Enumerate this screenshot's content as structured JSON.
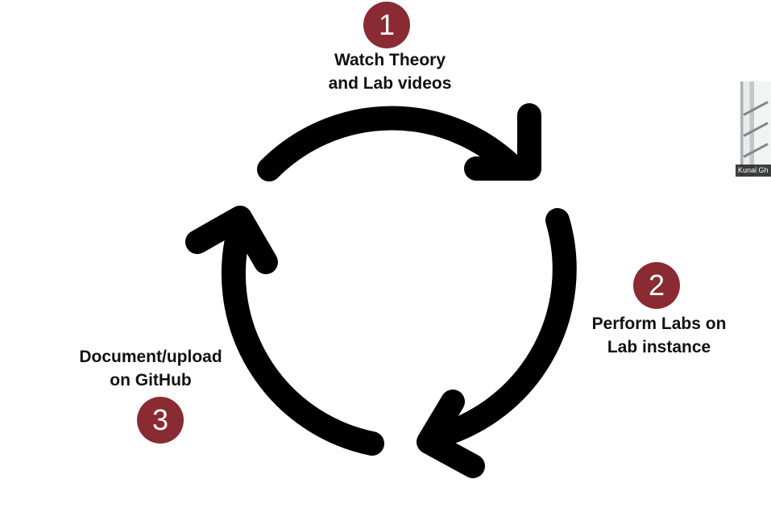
{
  "diagram": {
    "accent_color": "#8a2b33",
    "arrow_color": "#000000",
    "steps": [
      {
        "number": "1",
        "lines": [
          "Watch Theory",
          "and Lab videos"
        ]
      },
      {
        "number": "2",
        "lines": [
          "Perform Labs on",
          "Lab instance"
        ]
      },
      {
        "number": "3",
        "lines": [
          "Document/upload",
          "on GitHub"
        ]
      }
    ]
  },
  "participant": {
    "name": "Kunal Gh"
  }
}
